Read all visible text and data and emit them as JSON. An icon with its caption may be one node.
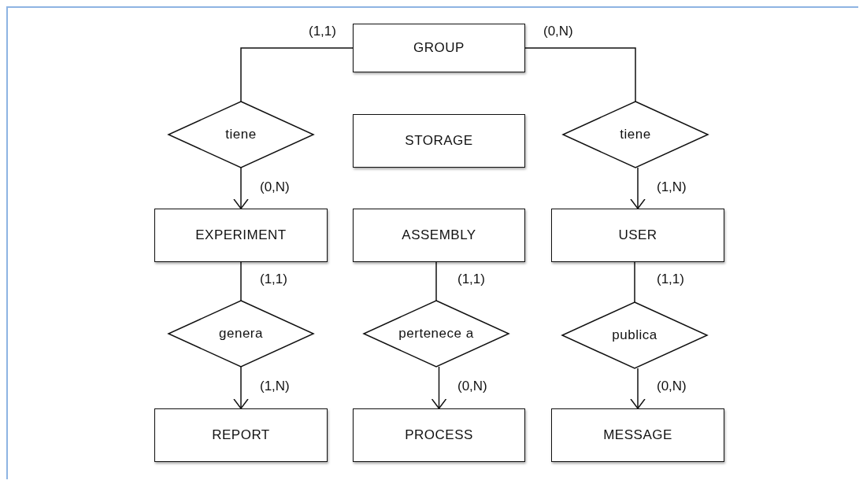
{
  "diagram": {
    "nodes": [
      {
        "text": [
          "GROUP"
        ]
      },
      {
        "text": [
          "tiene"
        ]
      },
      {
        "text": [
          "STORAGE"
        ]
      },
      {
        "text": [
          "tiene"
        ]
      },
      {
        "text": [
          "EXPERIMENT"
        ]
      },
      {
        "text": [
          "ASSEMBLY"
        ]
      },
      {
        "text": [
          "USER"
        ]
      },
      {
        "text": [
          "genera"
        ]
      },
      {
        "text": [
          "pertenece a"
        ]
      },
      {
        "text": [
          "publica"
        ]
      },
      {
        "text": [
          "REPORT"
        ]
      },
      {
        "text": [
          "PROCESS"
        ]
      },
      {
        "text": [
          "MESSAGE"
        ]
      }
    ],
    "edges": [
      {
        "from": 0,
        "to": 1,
        "arrow": "none"
      },
      {
        "from": 0,
        "to": 3,
        "arrow": "none"
      },
      {
        "from": 1,
        "to": 4,
        "arrow": "to"
      },
      {
        "from": 3,
        "to": 6,
        "arrow": "to"
      },
      {
        "from": 4,
        "to": 7,
        "arrow": "none"
      },
      {
        "from": 5,
        "to": 8,
        "arrow": "none"
      },
      {
        "from": 6,
        "to": 9,
        "arrow": "none"
      },
      {
        "from": 7,
        "to": 10,
        "arrow": "to"
      },
      {
        "from": 8,
        "to": 11,
        "arrow": "to"
      },
      {
        "from": 9,
        "to": 12,
        "arrow": "to"
      }
    ],
    "labels": [
      "(1,1)",
      "(0,N)",
      "(0,N)",
      "(1,N)",
      "(1,1)",
      "(1,1)",
      "(1,1)",
      "(1,N)",
      "(0,N)",
      "(0,N)"
    ]
  }
}
